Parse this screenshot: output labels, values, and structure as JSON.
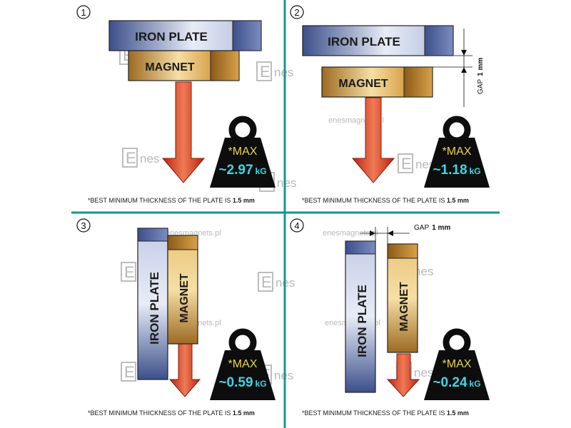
{
  "colors": {
    "divider": "#17948f",
    "iron_light": "#e8ecf7",
    "iron_dark": "#3c4f8a",
    "magnet_light": "#f6dfa5",
    "magnet_dark": "#9d6a22",
    "arrow": "#e0361c",
    "weight": "#0d0d0d",
    "max_text": "#e8d44a",
    "value_text": "#3fd6e6"
  },
  "watermark": {
    "logo_letter": "E",
    "logo_text": "nes",
    "site": "enesmagnets.pl"
  },
  "panels": [
    {
      "number": "1",
      "iron_label": "IRON PLATE",
      "magnet_label": "MAGNET",
      "max_label": "*MAX",
      "value": "~2.97",
      "unit": "kG",
      "note_text": "*BEST MINIMUM THICKNESS OF THE PLATE IS ",
      "note_value": "1.5 mm"
    },
    {
      "number": "2",
      "iron_label": "IRON PLATE",
      "magnet_label": "MAGNET",
      "gap_label": "GAP",
      "gap_value": "1 mm",
      "max_label": "*MAX",
      "value": "~1.18",
      "unit": "kG",
      "note_text": "*BEST MINIMUM THICKNESS OF THE PLATE IS ",
      "note_value": "1.5 mm"
    },
    {
      "number": "3",
      "iron_label": "IRON  PLATE",
      "magnet_label": "MAGNET",
      "max_label": "*MAX",
      "value": "~0.59",
      "unit": "kG",
      "note_text": "*BEST MINIMUM THICKNESS OF THE PLATE IS ",
      "note_value": "1.5 mm"
    },
    {
      "number": "4",
      "iron_label": "IRON PLATE",
      "magnet_label": "MAGNET",
      "gap_label": "GAP",
      "gap_value": "1 mm",
      "max_label": "*MAX",
      "value": "~0.24",
      "unit": "kG",
      "note_text": "*BEST MINIMUM THICKNESS OF THE PLATE IS ",
      "note_value": "1.5 mm"
    }
  ]
}
